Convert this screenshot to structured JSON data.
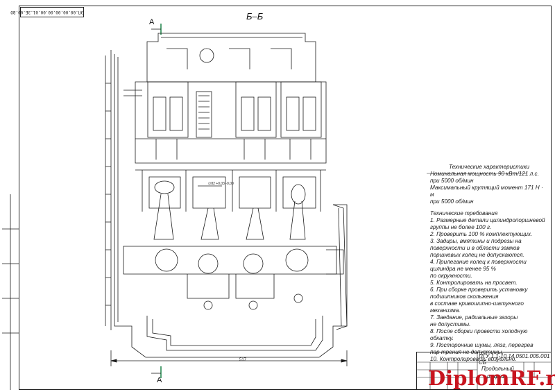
{
  "drawing": {
    "section_title": "Б–Б",
    "cut_label_top": "А",
    "cut_label_bottom": "А",
    "stamp_code": "ЭП.00.00.00.00.00.01.ЗБ.00.ВО",
    "overall_dimension": "517",
    "bore_dimension": "∅82",
    "tolerance": "+0,03 -0,00"
  },
  "notes": {
    "characteristics_title": "Технические характеристики",
    "characteristics": [
      "Номинальная мощность 90 кВт/121 л.с.",
      "при 5000 об/мин",
      "Максимальный крутящий момент 171 Н · м",
      "при 5000 об/мин"
    ],
    "requirements_title": "Технические требования",
    "requirements": [
      "1. Размерные детали цилиндропоршневой",
      "группы не более 100 г.",
      "2. Проверить 100 % комплектующих.",
      "3. Задиры, вмятины и подрезы на",
      "поверхности и в области замков",
      "поршневых колец не допускаются.",
      "4. Прилегание колец к поверхности",
      "цилиндра не менее 95 %",
      "по окружности.",
      "5. Контролировать на просвет.",
      "6. При сборке проверить установку",
      " подшипников скольжения",
      "в составе кривошипно-шатунного",
      "механизма.",
      "7. Заедание, радиальные зазоры",
      "не допустимы.",
      "8. После сборки провести холодную",
      "обкатку.",
      "9. Посторонние шумы, лязг, перегрев",
      "пар трения не допустимы.",
      "10. Контролировать визуально."
    ]
  },
  "title_block": {
    "code": "ПГУ 1.1-10.14.0501.005.001 СБ",
    "name_line1": "Продольный",
    "name_line2": "разрез"
  },
  "watermark": "DiplomRF.ru"
}
